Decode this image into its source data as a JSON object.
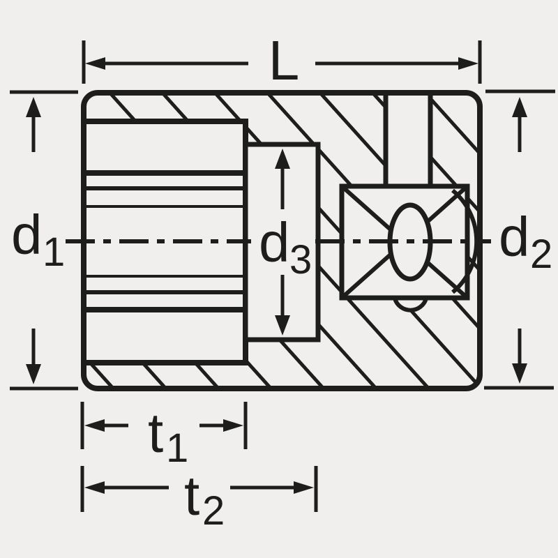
{
  "diagram": {
    "background_color": "#f0efee",
    "line_color": "#1d1d1b",
    "description": "socket cross-section technical drawing",
    "labels": {
      "length": {
        "main": "L"
      },
      "d1": {
        "main": "d",
        "sub": "1"
      },
      "d2": {
        "main": "d",
        "sub": "2"
      },
      "d3": {
        "main": "d",
        "sub": "3"
      },
      "t1": {
        "main": "t",
        "sub": "1"
      },
      "t2": {
        "main": "t",
        "sub": "2"
      }
    }
  }
}
